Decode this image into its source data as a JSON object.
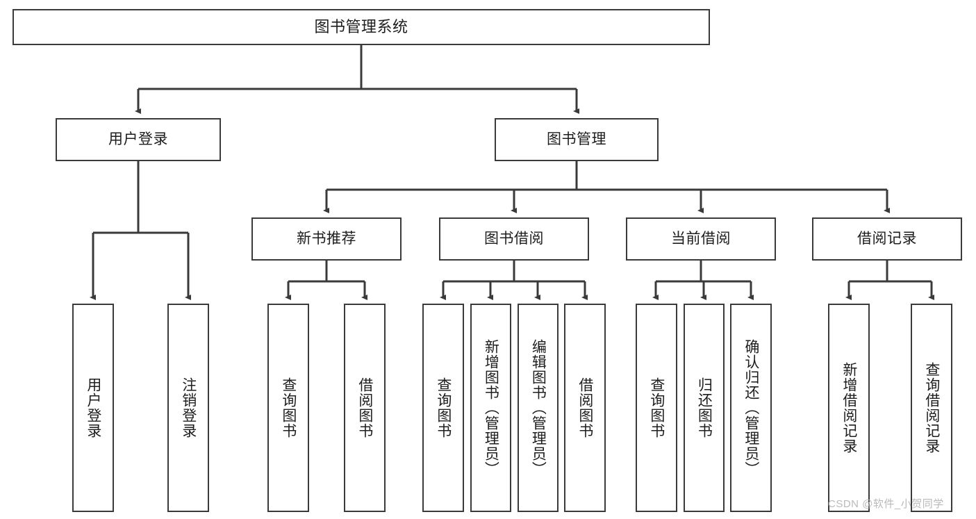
{
  "diagram": {
    "type": "tree",
    "title": "图书管理系统",
    "orientation": "top-down",
    "background_color": "#ffffff",
    "border_color": "#3a3a3a",
    "text_color": "#1d1d1d",
    "levels": 4
  },
  "nodes": {
    "root": {
      "label": "图书管理系统"
    },
    "level2": {
      "user_login": {
        "label": "用户登录"
      },
      "book_manage": {
        "label": "图书管理"
      }
    },
    "level3": {
      "new_book_recommend": {
        "label": "新书推荐"
      },
      "book_borrow": {
        "label": "图书借阅"
      },
      "current_borrow": {
        "label": "当前借阅"
      },
      "borrow_record": {
        "label": "借阅记录"
      }
    },
    "leaves": {
      "login_group": [
        {
          "label": "用户登录"
        },
        {
          "label": "注销登录"
        }
      ],
      "recommend_group": [
        {
          "label": "查询图书"
        },
        {
          "label": "借阅图书"
        }
      ],
      "borrow_group": [
        {
          "label": "查询图书"
        },
        {
          "label": "新增图书（管理员）"
        },
        {
          "label": "编辑图书（管理员）"
        },
        {
          "label": "借阅图书"
        }
      ],
      "current_group": [
        {
          "label": "查询图书"
        },
        {
          "label": "归还图书"
        },
        {
          "label": "确认归还（管理员）"
        }
      ],
      "record_group": [
        {
          "label": "新增借阅记录"
        },
        {
          "label": "查询借阅记录"
        }
      ]
    }
  },
  "watermark": {
    "text": "CSDN @软件_小贺同学",
    "color": "#b9b9b9"
  }
}
